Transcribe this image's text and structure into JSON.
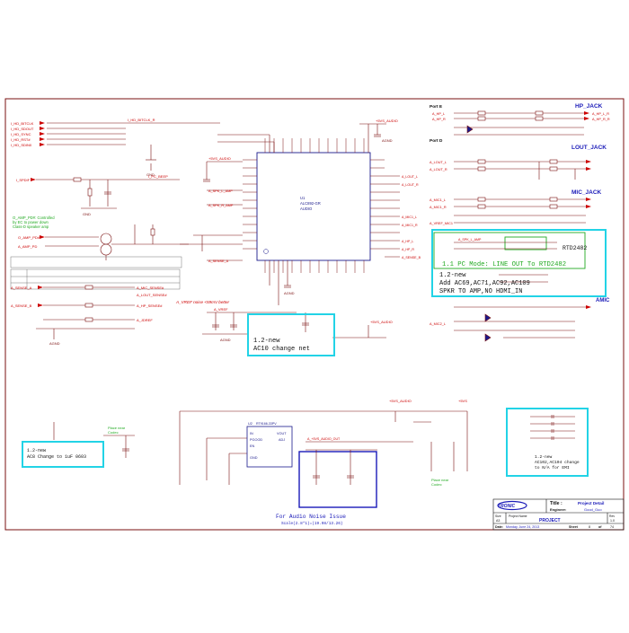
{
  "headings": {
    "hp_jack": "HP_JACK",
    "lout_jack": "LOUT_JACK",
    "mic_jack": "MIC_JACK",
    "amic": "AMIC",
    "port_e": "Port E",
    "port_d": "Port D"
  },
  "codec": {
    "ref": "U1",
    "part": "ALC892-GR",
    "desc": "AUDIO"
  },
  "rtd": {
    "label": "RTD2482"
  },
  "notes": {
    "pc_mode": "1.1 PC Mode: LINE OUT To RTD2482",
    "add_ac69_l1": "1.2-new",
    "add_ac69_l2": "Add AC69,AC71,AC92,AC109",
    "add_ac69_l3": "SPKR TO AMP,NO HDMI_IN",
    "ac10_l1": "1.2-new",
    "ac10_l2": "AC10 change net",
    "ac8_l1": "1.2-new",
    "ac8_l2": "AC8 Change to 1uF 0603",
    "ac102_l1": "1.2-new",
    "ac102_l2": "AC102,AC104 change",
    "ac102_l3": "to N/A for EMI",
    "vref_noise": "A_VREF noise <59mV better",
    "noise_issue": "For Audio Noise Issue",
    "noise_sub": "Scale(2.8*1)=(19.98/13.26)",
    "amp_ctrl_l1": "O_AMP_PD#: Controlled",
    "amp_ctrl_l2": "by EC to power down",
    "amp_ctrl_l3": "Class-D speaker amp",
    "place_close_1": "Place near",
    "place_close_2": "Codec",
    "place_close_3": "Place near",
    "place_close_4": "Codec"
  },
  "nets": {
    "left_in": [
      "I_HD_BITCLK",
      "I_HD_SDOUT",
      "I_HD_SYNC",
      "I_HD_RST#",
      "I_HD_SDIN0"
    ],
    "hd_bitclk_r": "I_HD_BITCLK_R",
    "spdif": "I_SPDIF",
    "pc_beep": "I_PC_BEEP",
    "amp_pd": "O_AMP_PD#",
    "amp_pd_out": "A_AMP_PD",
    "sense_a": "A_SENSE_A",
    "sense_b": "A_SENSE_B",
    "mic_sense": "A_MIC_SENSE#",
    "lout_sense": "A_LOUT_SENSE#",
    "hp_sense": "A_HP_SENSE#",
    "jdref": "A_JDREF",
    "vref": "A_VREF",
    "dvdd_top": "+5VS_AUDIO",
    "dvdd_left": "+5VS_AUDIO",
    "avdd": "+5VS_AUDIO",
    "v5vs": "+5VS",
    "agnd": "AGND",
    "gnd": "GND",
    "hp_l": "A_HP_L",
    "hp_r": "A_HP_R",
    "hp_l_r": "A_HP_L_R",
    "hp_r_r": "A_HP_R_R",
    "lout_l": "A_LOUT_L",
    "lout_r": "A_LOUT_R",
    "mic_l": "A_MIC1_L",
    "mic_r": "A_MIC1_R",
    "spk_l": "A_SPK_L_AMP",
    "spk_r": "A_SPK_R_AMP",
    "mic2": "A_MIC2_L",
    "vref_mic": "A_VREF_MIC1"
  },
  "regulator": {
    "ref": "U2",
    "part": "RT9166-33PV",
    "pins": [
      "IN",
      "PGOOD",
      "EN",
      "GND",
      "ADJ",
      "VOUT"
    ],
    "vout_net": "A_+5VS_AUDIO_OUT"
  },
  "title_block": {
    "company": "TRONIC",
    "title_label": "Title :",
    "title_value": "Project Detail",
    "engineer_label": "Engineer:",
    "engineer_value": "Good_Guo",
    "size_label": "Size",
    "size_value": "A3",
    "proj_label": "Project Name",
    "proj_value": "PROJECT",
    "rev_label": "Rev",
    "rev_value": "1.0",
    "date_label": "Date:",
    "date_value": "Monday, June 24, 2013",
    "sheet_label": "Sheet",
    "sheet_value": "8",
    "of_label": "of",
    "of_value": "74"
  },
  "colors": {
    "wire": "#7a1010",
    "net": "#cc0000",
    "part": "#1a1a8c",
    "cyan": "#22d3e6",
    "green": "#22aa22",
    "blue_box": "#1a1ab8",
    "purple": "#9b30ff"
  }
}
